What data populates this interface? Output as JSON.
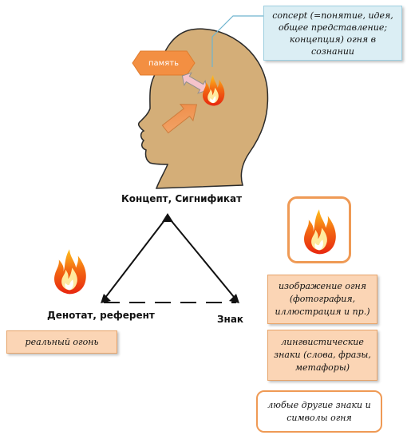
{
  "concept_callout": "concept (=понятие, идея, общее представление; концепция) огня в сознании",
  "memory_label": "память",
  "nodes": {
    "concept": "Концепт, Сигнификат",
    "denotat": "Денотат, референт",
    "sign": "Знак"
  },
  "real_fire": "реальный огонь",
  "sign_types": {
    "image": "изображение огня (фотография, иллюстрация и пр.)",
    "linguistic": "лингвистические знаки (слова, фразы, метафоры)",
    "other": "любые другие знаки и символы огня"
  },
  "colors": {
    "head_fill": "#d4ae78",
    "accent_orange": "#ef9a55",
    "peach": "#fbd5b5",
    "callout_blue": "#dbeef4"
  }
}
